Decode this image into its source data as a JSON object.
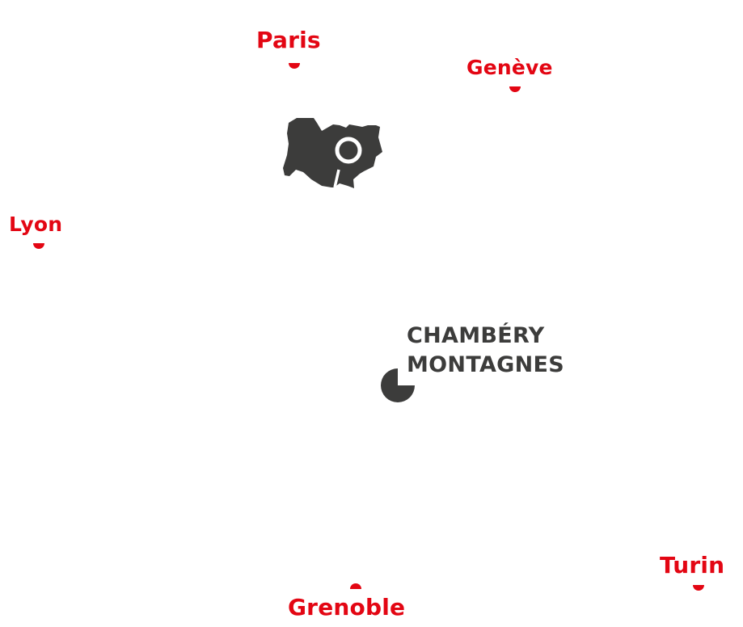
{
  "cities": [
    {
      "id": "paris",
      "label": "Paris"
    },
    {
      "id": "geneve",
      "label": "Genève"
    },
    {
      "id": "lyon",
      "label": "Lyon"
    },
    {
      "id": "grenoble",
      "label": "Grenoble"
    },
    {
      "id": "turin",
      "label": "Turin"
    }
  ],
  "destination": {
    "line1": "CHAMBÉRY",
    "line2": "MONTAGNES"
  },
  "icons": {
    "region": "region-map-search-icon",
    "marker": "location-marker-icon"
  },
  "colors": {
    "accent": "#e30613",
    "dark": "#3c3c3b",
    "background": "#ffffff"
  }
}
